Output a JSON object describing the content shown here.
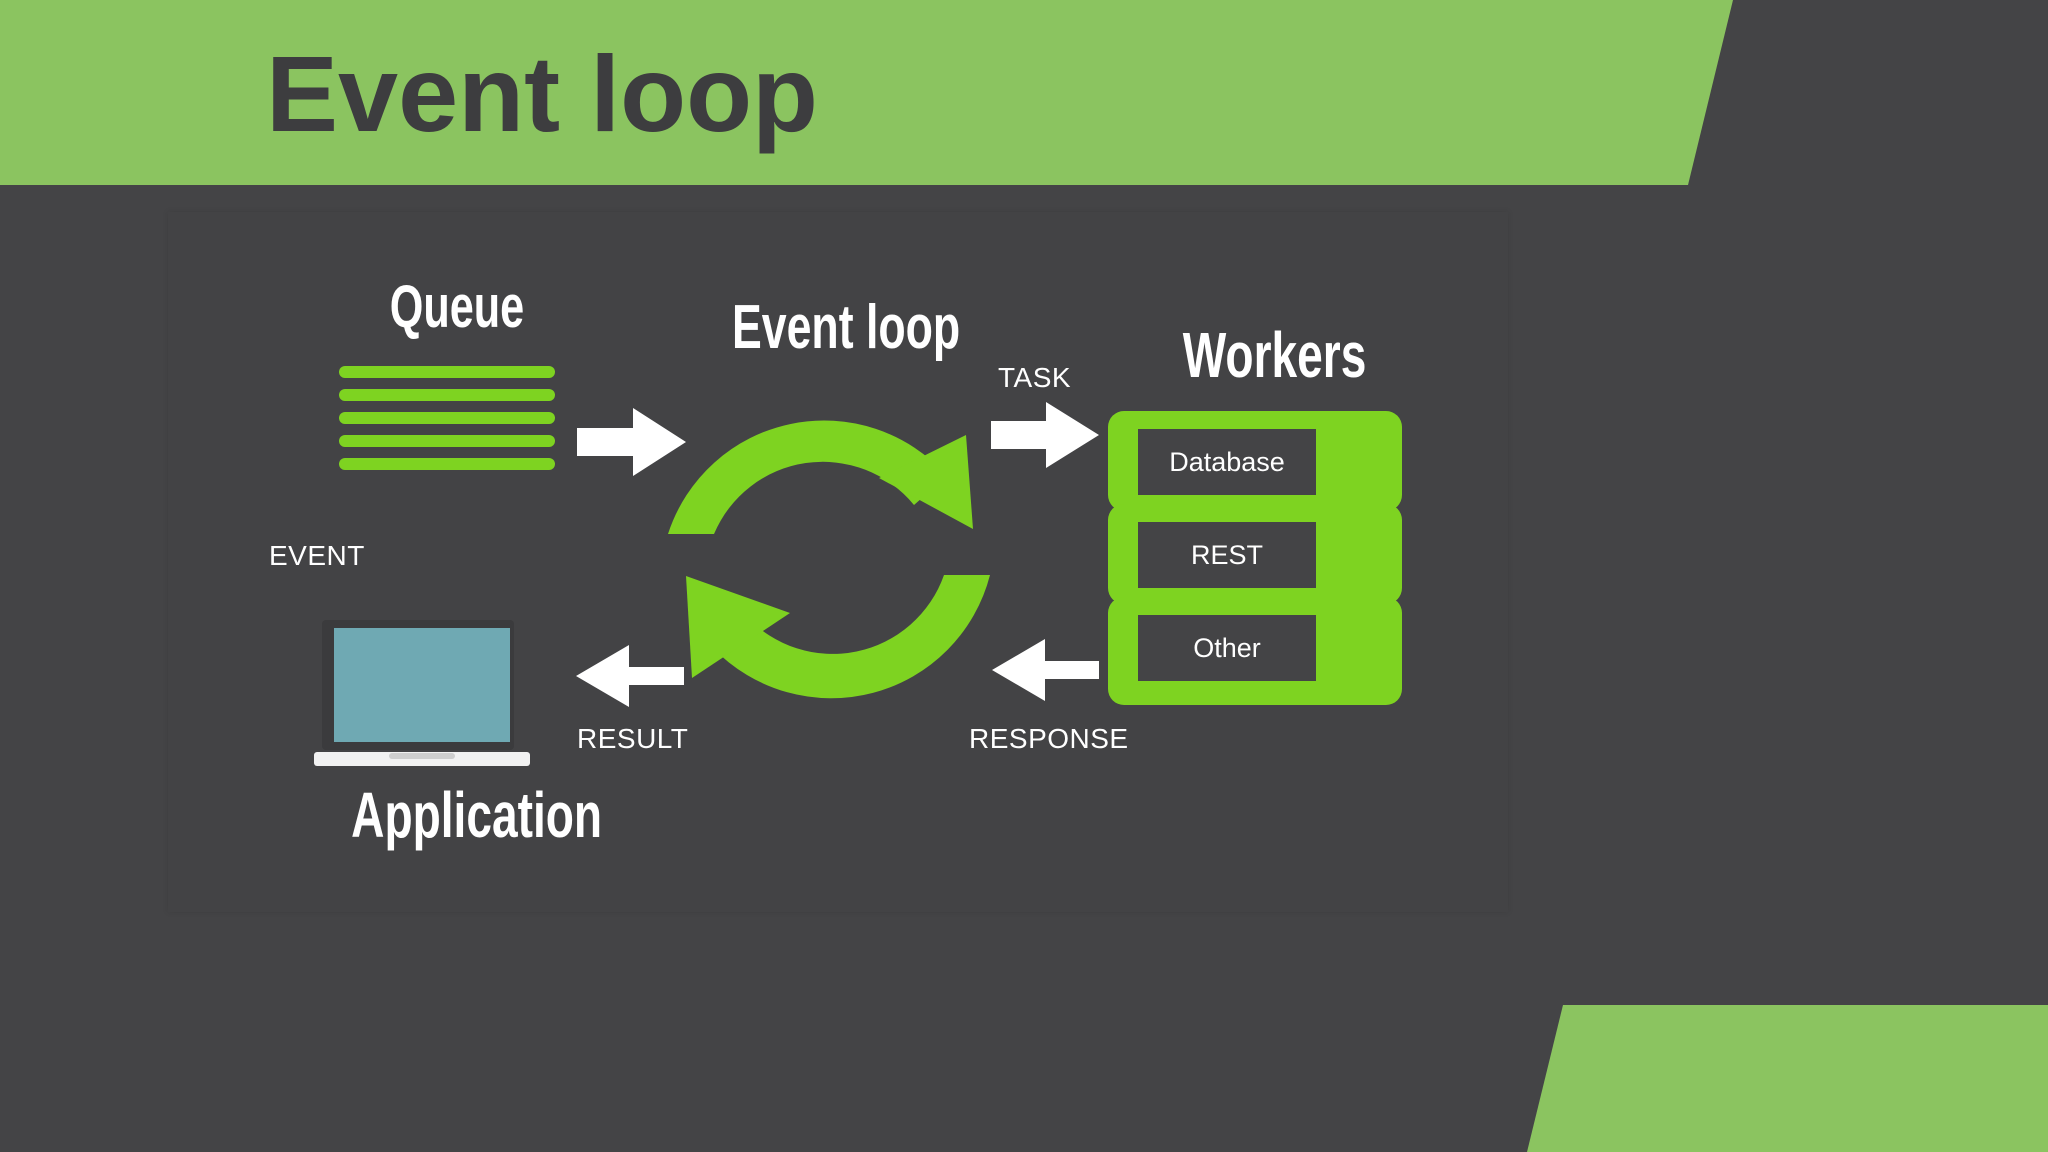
{
  "slide": {
    "title": "Event loop"
  },
  "diagram": {
    "queue_heading": "Queue",
    "loop_heading": "Event loop",
    "workers_heading": "Workers",
    "application_heading": "Application",
    "labels": {
      "task": "TASK",
      "event": "EVENT",
      "result": "RESULT",
      "response": "RESPONSE"
    },
    "workers": [
      "Database",
      "REST",
      "Other"
    ]
  },
  "colors": {
    "background": "#444446",
    "accent_green": "#8bc460",
    "loop_green": "#7ed321",
    "text_dark": "#3d3d3f",
    "text_light": "#ffffff",
    "screen": "#6fa9b3"
  }
}
